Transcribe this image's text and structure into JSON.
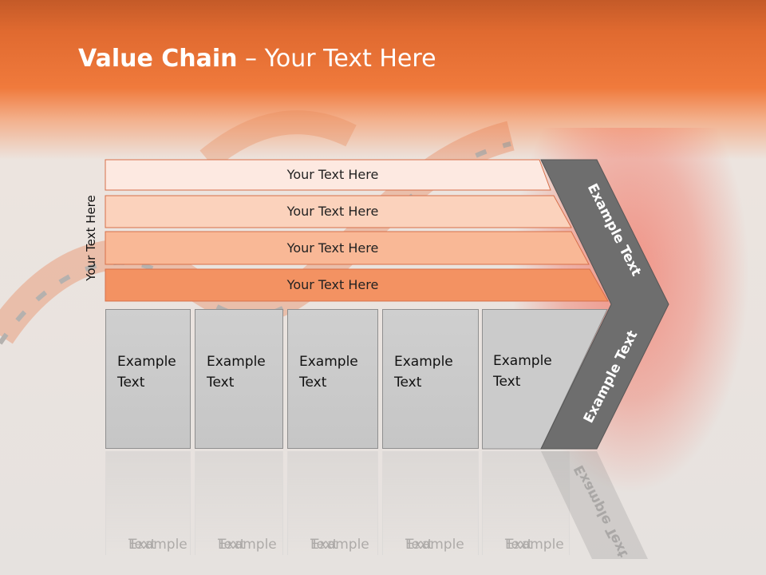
{
  "slide": {
    "title_bold": "Value Chain",
    "title_rest": " – Your Text Here",
    "side_label": "Your Text Here"
  },
  "bands": [
    {
      "label": "Your Text Here",
      "color": "#fde9e1"
    },
    {
      "label": "Your Text Here",
      "color": "#fbd2bc"
    },
    {
      "label": "Your Text Here",
      "color": "#f9b896"
    },
    {
      "label": "Your Text Here",
      "color": "#f39262"
    }
  ],
  "boxes": [
    {
      "line1": "Example",
      "line2": "Text"
    },
    {
      "line1": "Example",
      "line2": "Text"
    },
    {
      "line1": "Example",
      "line2": "Text"
    },
    {
      "line1": "Example",
      "line2": "Text"
    },
    {
      "line1": "Example",
      "line2": "Text"
    }
  ],
  "chevron": {
    "top_text": "Example Text",
    "bottom_text": "Example Text",
    "color": "#6e6e6e"
  },
  "colors": {
    "header": "#f07a3c",
    "band_border": "#d7704a"
  }
}
